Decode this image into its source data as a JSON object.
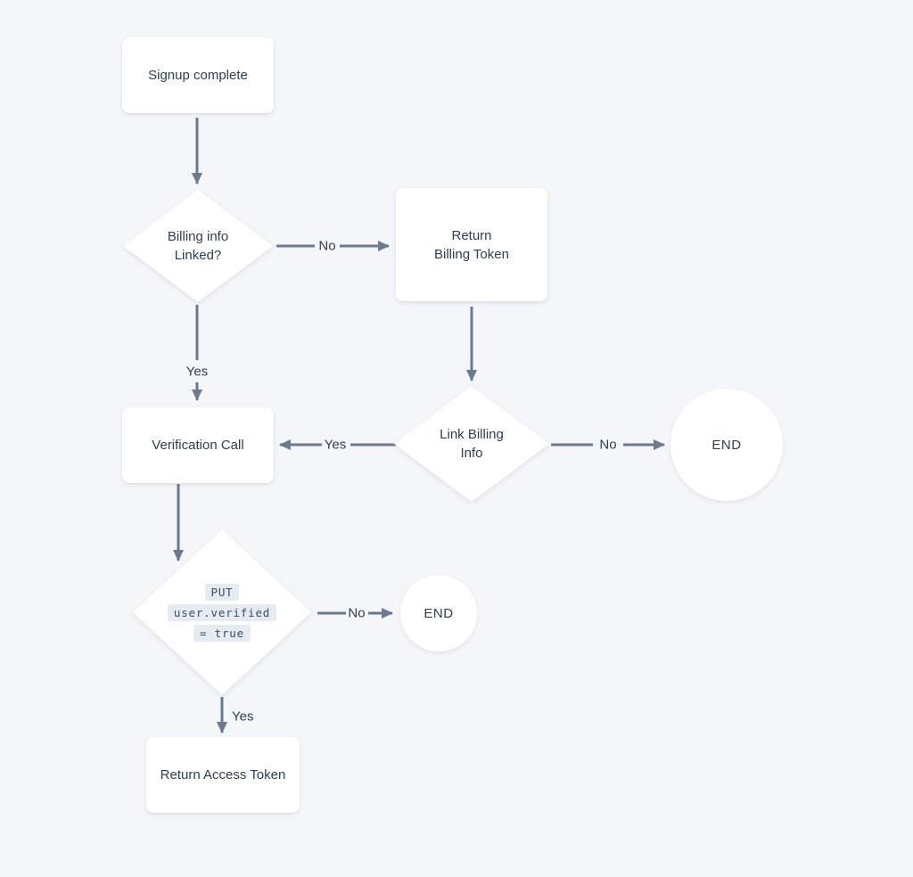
{
  "theme": {
    "background": "#f4f6f9",
    "node_fill": "#ffffff",
    "arrow_color": "#6b7a8e",
    "text_color": "#2e3e52",
    "code_chip_bg": "#e6ebf1",
    "code_text_color": "#3c4c60"
  },
  "diagram": {
    "type": "flowchart",
    "nodes": {
      "signup_complete": {
        "shape": "process",
        "label": "Signup complete"
      },
      "billing_info_linked": {
        "shape": "decision",
        "lines": [
          "Billing info",
          "Linked?"
        ]
      },
      "return_billing_token": {
        "shape": "process",
        "lines": [
          "Return",
          "Billing Token"
        ]
      },
      "verification_call": {
        "shape": "process",
        "label": "Verification Call"
      },
      "link_billing_info": {
        "shape": "decision",
        "lines": [
          "Link Billing",
          "Info"
        ]
      },
      "end_1": {
        "shape": "terminator",
        "label": "END"
      },
      "put_user_verified": {
        "shape": "decision",
        "code_lines": [
          "PUT",
          "user.verified",
          "= true"
        ]
      },
      "end_2": {
        "shape": "terminator",
        "label": "END"
      },
      "return_access_token": {
        "shape": "process",
        "label": "Return Access Token"
      }
    },
    "edges": {
      "signup_to_billing": {
        "from": "signup_complete",
        "to": "billing_info_linked",
        "label": ""
      },
      "billing_no": {
        "from": "billing_info_linked",
        "to": "return_billing_token",
        "label": "No"
      },
      "billing_yes": {
        "from": "billing_info_linked",
        "to": "verification_call",
        "label": "Yes"
      },
      "return_to_link": {
        "from": "return_billing_token",
        "to": "link_billing_info",
        "label": ""
      },
      "link_yes": {
        "from": "link_billing_info",
        "to": "verification_call",
        "label": "Yes"
      },
      "link_no": {
        "from": "link_billing_info",
        "to": "end_1",
        "label": "No"
      },
      "verification_to_put": {
        "from": "verification_call",
        "to": "put_user_verified",
        "label": ""
      },
      "put_no": {
        "from": "put_user_verified",
        "to": "end_2",
        "label": "No"
      },
      "put_yes": {
        "from": "put_user_verified",
        "to": "return_access_token",
        "label": "Yes"
      }
    }
  }
}
